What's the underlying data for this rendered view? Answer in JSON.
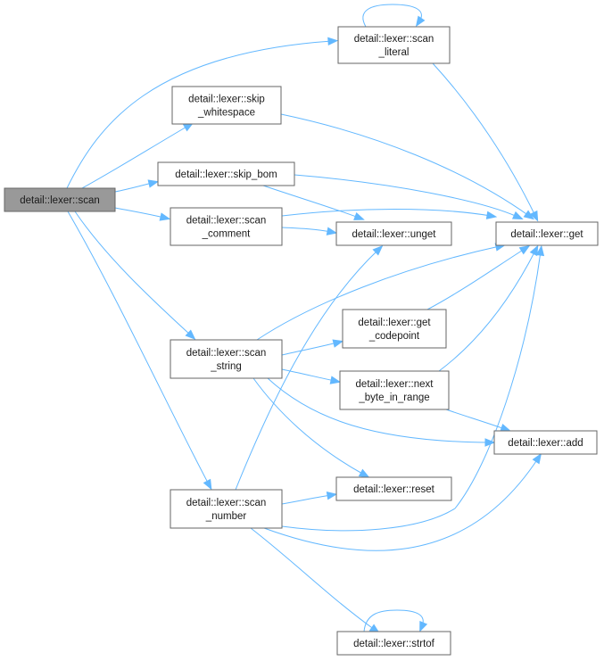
{
  "graph": {
    "type": "call-graph",
    "colors": {
      "edge": "#63b8ff",
      "node_border": "#666666",
      "root_fill": "#999999",
      "node_fill": "#ffffff",
      "text": "#1a1a1a"
    },
    "nodes": [
      {
        "id": "scan",
        "lines": [
          "detail::lexer::scan"
        ],
        "root": true
      },
      {
        "id": "scan_literal",
        "lines": [
          "detail::lexer::scan",
          "_literal"
        ]
      },
      {
        "id": "skip_whitespace",
        "lines": [
          "detail::lexer::skip",
          "_whitespace"
        ]
      },
      {
        "id": "skip_bom",
        "lines": [
          "detail::lexer::skip_bom"
        ]
      },
      {
        "id": "scan_comment",
        "lines": [
          "detail::lexer::scan",
          "_comment"
        ]
      },
      {
        "id": "unget",
        "lines": [
          "detail::lexer::unget"
        ]
      },
      {
        "id": "get",
        "lines": [
          "detail::lexer::get"
        ]
      },
      {
        "id": "get_codepoint",
        "lines": [
          "detail::lexer::get",
          "_codepoint"
        ]
      },
      {
        "id": "scan_string",
        "lines": [
          "detail::lexer::scan",
          "_string"
        ]
      },
      {
        "id": "next_byte_in_range",
        "lines": [
          "detail::lexer::next",
          "_byte_in_range"
        ]
      },
      {
        "id": "add",
        "lines": [
          "detail::lexer::add"
        ]
      },
      {
        "id": "reset",
        "lines": [
          "detail::lexer::reset"
        ]
      },
      {
        "id": "scan_number",
        "lines": [
          "detail::lexer::scan",
          "_number"
        ]
      },
      {
        "id": "strtof",
        "lines": [
          "detail::lexer::strtof"
        ]
      }
    ],
    "edges": [
      {
        "from": "scan",
        "to": "scan_literal"
      },
      {
        "from": "scan",
        "to": "skip_whitespace"
      },
      {
        "from": "scan",
        "to": "skip_bom"
      },
      {
        "from": "scan",
        "to": "scan_comment"
      },
      {
        "from": "scan",
        "to": "scan_string"
      },
      {
        "from": "scan",
        "to": "scan_number"
      },
      {
        "from": "scan_literal",
        "to": "scan_literal"
      },
      {
        "from": "scan_literal",
        "to": "get"
      },
      {
        "from": "skip_whitespace",
        "to": "get"
      },
      {
        "from": "skip_bom",
        "to": "get"
      },
      {
        "from": "skip_bom",
        "to": "unget"
      },
      {
        "from": "scan_comment",
        "to": "get"
      },
      {
        "from": "scan_comment",
        "to": "unget"
      },
      {
        "from": "scan_string",
        "to": "get"
      },
      {
        "from": "scan_string",
        "to": "get_codepoint"
      },
      {
        "from": "scan_string",
        "to": "next_byte_in_range"
      },
      {
        "from": "scan_string",
        "to": "add"
      },
      {
        "from": "scan_string",
        "to": "reset"
      },
      {
        "from": "get_codepoint",
        "to": "get"
      },
      {
        "from": "next_byte_in_range",
        "to": "get"
      },
      {
        "from": "next_byte_in_range",
        "to": "add"
      },
      {
        "from": "scan_number",
        "to": "unget"
      },
      {
        "from": "scan_number",
        "to": "reset"
      },
      {
        "from": "scan_number",
        "to": "get"
      },
      {
        "from": "scan_number",
        "to": "add"
      },
      {
        "from": "scan_number",
        "to": "strtof"
      },
      {
        "from": "strtof",
        "to": "strtof"
      }
    ]
  }
}
